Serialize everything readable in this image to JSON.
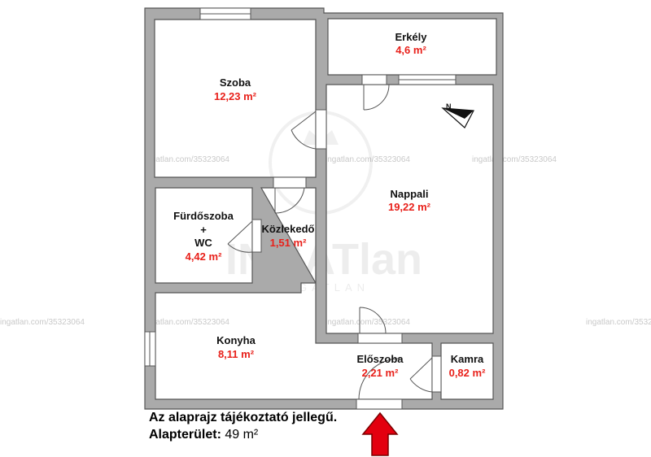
{
  "watermark": {
    "text": "ingatlan.com/35323064",
    "logo_text": "INGATlan",
    "logo_subtext": "INGATLAN"
  },
  "rooms": [
    {
      "id": "szoba",
      "name": "Szoba",
      "area": "12,23 m²"
    },
    {
      "id": "erkely",
      "name": "Erkély",
      "area": "4,6 m²"
    },
    {
      "id": "nappali",
      "name": "Nappali",
      "area": "19,22 m²"
    },
    {
      "id": "furdoszoba",
      "name_lines": [
        "Fürdőszoba",
        "+",
        "WC"
      ],
      "area": "4,42 m²"
    },
    {
      "id": "kozlekedo",
      "name": "Közlekedő",
      "area": "1,51 m²"
    },
    {
      "id": "konyha",
      "name": "Konyha",
      "area": "8,11 m²"
    },
    {
      "id": "eloszoba",
      "name": "Előszoba",
      "area": "2,21 m²"
    },
    {
      "id": "kamra",
      "name": "Kamra",
      "area": "0,82 m²"
    }
  ],
  "notes": {
    "disclaimer": "Az alaprajz tájékoztató jellegű.",
    "total_label": "Alapterület:",
    "total_value": "49 m²"
  },
  "colors": {
    "wall": "#aaaaaa",
    "wall_outline": "#555555",
    "area_text": "#e8201a",
    "entrance_arrow": "#e3000f"
  },
  "icons": [
    "compass-icon",
    "entrance-arrow-icon"
  ]
}
